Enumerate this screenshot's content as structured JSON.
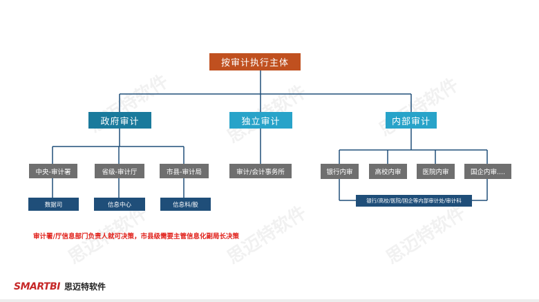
{
  "root": {
    "label": "按审计执行主体"
  },
  "categories": {
    "government": {
      "label": "政府审计"
    },
    "independent": {
      "label": "独立审计"
    },
    "internal": {
      "label": "内部审计"
    }
  },
  "government_children": [
    {
      "label": "中央-审计署",
      "sub": "数据司"
    },
    {
      "label": "省级-审计厅",
      "sub": "信息中心"
    },
    {
      "label": "市县-审计局",
      "sub": "信息科/股"
    }
  ],
  "independent_children": [
    {
      "label": "审计/会计事务所"
    }
  ],
  "internal_children": [
    {
      "label": "银行内审"
    },
    {
      "label": "高校内审"
    },
    {
      "label": "医院内审"
    },
    {
      "label": "国企内审...."
    }
  ],
  "internal_shared": {
    "label": "银行/高校/医院/国企等内部审计处/审计科"
  },
  "note": {
    "text": "审计署/厅信息部门负责人就可决策，市县级需要主管信息化副局长决策"
  },
  "watermark": {
    "text": "思迈特软件"
  },
  "brand": {
    "logo_text": "SMARTBI",
    "name_cn": "思迈特软件"
  },
  "colors": {
    "root": "#c0501f",
    "government": "#1a7a9c",
    "independent": "#28a3c9",
    "internal": "#28a3c9",
    "level2": "#6f6f6f",
    "level3": "#1f4e79",
    "connector": "#1f4e79",
    "note": "#e0201a"
  }
}
